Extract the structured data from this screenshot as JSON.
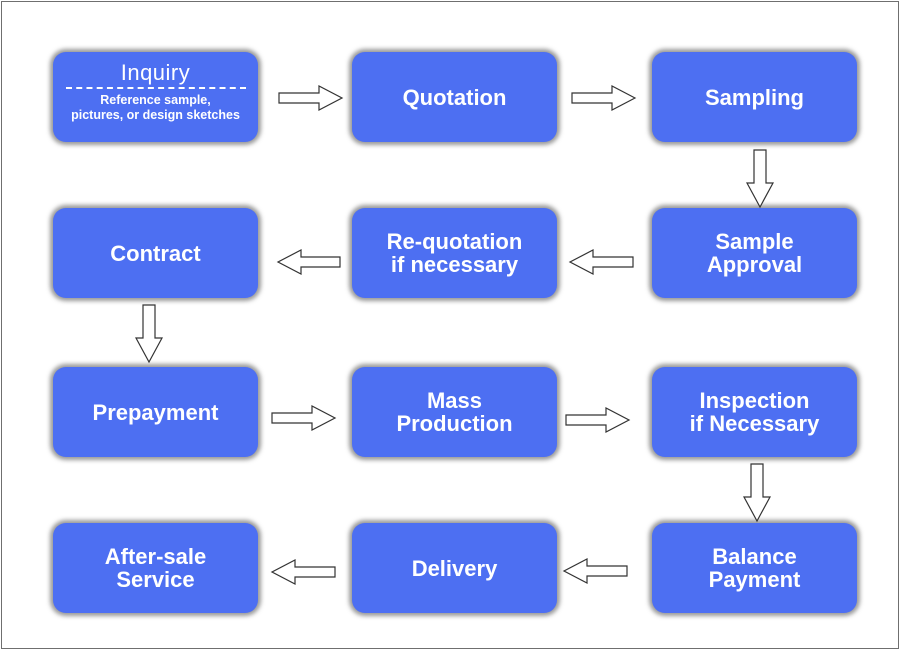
{
  "diagram": {
    "steps": {
      "inquiry": {
        "title": "Inquiry",
        "subtitle_line1": "Reference sample,",
        "subtitle_line2": "pictures, or design sketches"
      },
      "quotation": {
        "line1": "Quotation"
      },
      "sampling": {
        "line1": "Sampling"
      },
      "sample_approval": {
        "line1": "Sample",
        "line2": "Approval"
      },
      "requotation": {
        "line1": "Re-quotation",
        "line2": "if necessary"
      },
      "contract": {
        "line1": "Contract"
      },
      "prepayment": {
        "line1": "Prepayment"
      },
      "mass_production": {
        "line1": "Mass",
        "line2": "Production"
      },
      "inspection": {
        "line1": "Inspection",
        "line2": "if Necessary"
      },
      "balance_payment": {
        "line1": "Balance",
        "line2": "Payment"
      },
      "delivery": {
        "line1": "Delivery"
      },
      "after_sale": {
        "line1": "After-sale",
        "line2": "Service"
      }
    },
    "colors": {
      "box_fill": "#4d6ff2",
      "box_text": "#ffffff",
      "arrow_fill": "#ffffff",
      "arrow_stroke": "#333333",
      "border": "#6f6f6f"
    }
  }
}
